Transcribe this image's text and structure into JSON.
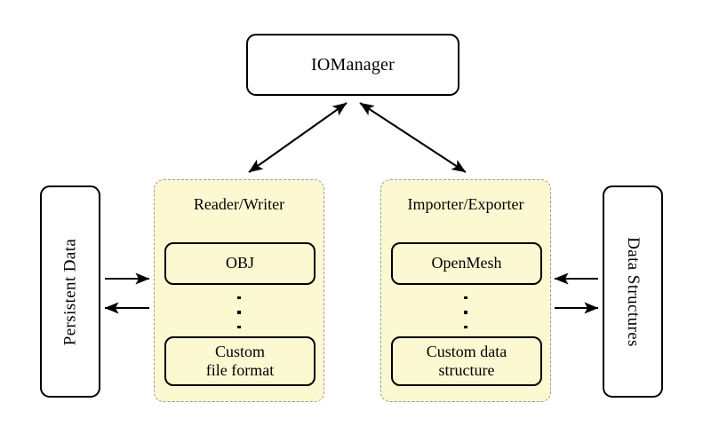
{
  "diagram": {
    "title_node": {
      "label": "IOManager"
    },
    "left_source": {
      "label": "Persistent Data",
      "rotation": "-90"
    },
    "right_source": {
      "label": "Data Structures",
      "rotation": "90"
    },
    "panels": [
      {
        "id": "reader-writer",
        "title": "Reader/Writer",
        "items": [
          {
            "label": "OBJ"
          },
          {
            "label": "Custom\nfile format",
            "line1": "Custom",
            "line2": "file format"
          }
        ],
        "ellipsis": "⋮"
      },
      {
        "id": "importer-exporter",
        "title": "Importer/Exporter",
        "items": [
          {
            "label": "OpenMesh"
          },
          {
            "label": "Custom data\nstructure",
            "line1": "Custom data",
            "line2": "structure"
          }
        ],
        "ellipsis": "⋮"
      }
    ],
    "connections": [
      {
        "from": "IOManager",
        "to": "Reader/Writer",
        "style": "double-headed-diagonal"
      },
      {
        "from": "IOManager",
        "to": "Importer/Exporter",
        "style": "double-headed-diagonal"
      },
      {
        "from": "Persistent Data",
        "to": "Reader/Writer",
        "style": "single-headed-right"
      },
      {
        "from": "Reader/Writer",
        "to": "Persistent Data",
        "style": "single-headed-left"
      },
      {
        "from": "Data Structures",
        "to": "Importer/Exporter",
        "style": "single-headed-left"
      },
      {
        "from": "Importer/Exporter",
        "to": "Data Structures",
        "style": "single-headed-right"
      }
    ],
    "colors": {
      "panel_fill": "#fcf9d2",
      "panel_border": "#9a9a9a",
      "node_border": "#000000",
      "node_fill": "#ffffff",
      "background": "#ffffff",
      "arrow": "#000000"
    }
  }
}
